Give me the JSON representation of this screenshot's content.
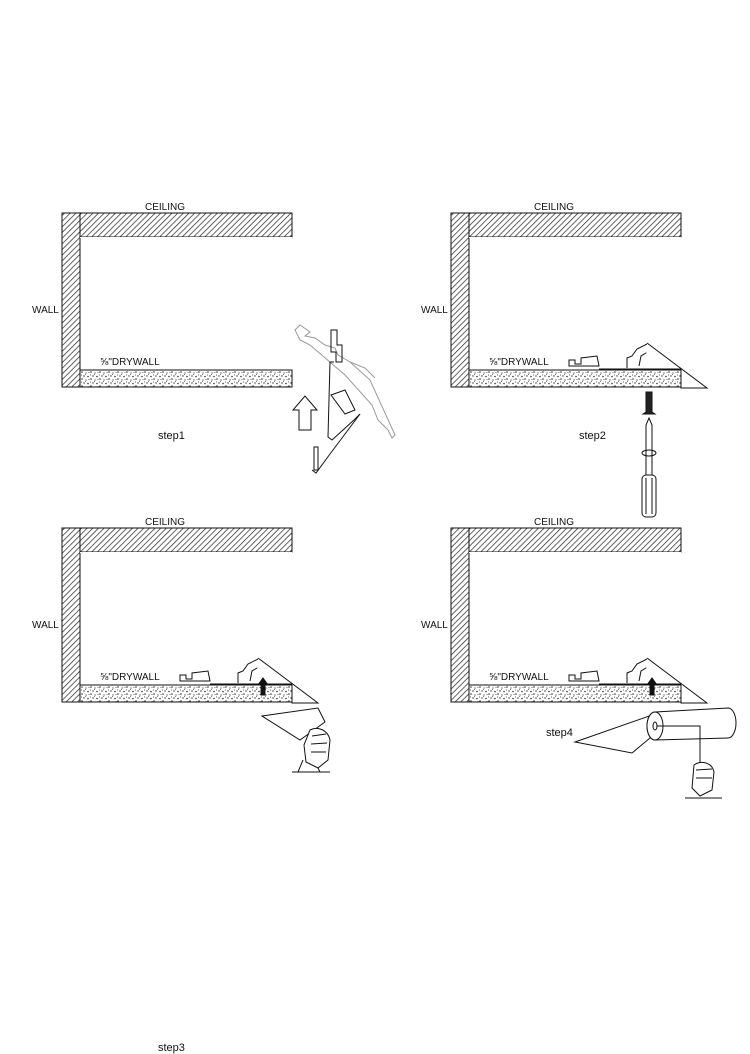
{
  "title": "Installation steps",
  "panels": [
    {
      "ceiling": "CEILING",
      "wall": "WALL",
      "drywall": "⅝\"DRYWALL",
      "step": "step1"
    },
    {
      "ceiling": "CEILING",
      "wall": "WALL",
      "drywall": "⅝\"DRYWALL",
      "step": "step2"
    },
    {
      "ceiling": "CEILING",
      "wall": "WALL",
      "drywall": "⅝\"DRYWALL",
      "step": "step3"
    },
    {
      "ceiling": "CEILING",
      "wall": "WALL",
      "drywall": "⅝\"DRYWALL",
      "step": "step4"
    }
  ],
  "colors": {
    "line": "#111111",
    "ghost": "#999999"
  }
}
